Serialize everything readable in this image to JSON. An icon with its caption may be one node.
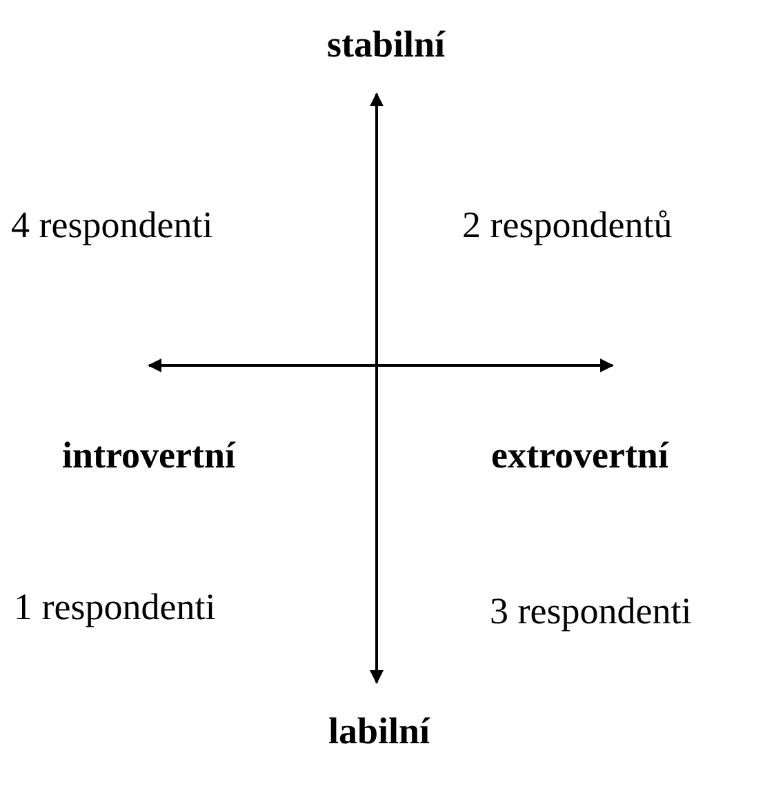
{
  "diagram": {
    "labels": [
      "stabilní",
      "4 respondenti",
      "2 respondentů",
      "introvertní",
      "extrovertní",
      "1 respondenti",
      "3 respondenti",
      "labilní"
    ]
  }
}
